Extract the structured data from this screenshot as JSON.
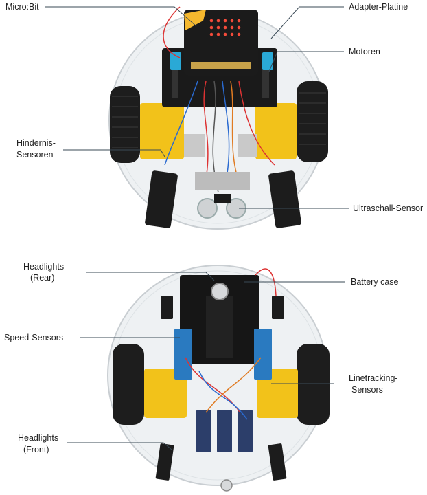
{
  "top_view": {
    "labels": {
      "microbit": "Micro:Bit",
      "adapter": "Adapter-Platine",
      "motoren": "Motoren",
      "hindernis_1": "Hindernis-",
      "hindernis_2": "Sensoren",
      "ultraschall": "Ultraschall-Sensor"
    }
  },
  "bottom_view": {
    "labels": {
      "headlights_rear_1": "Headlights",
      "headlights_rear_2": "(Rear)",
      "battery": "Battery case",
      "speed": "Speed-Sensors",
      "linetracking_1": "Linetracking-",
      "linetracking_2": "Sensors",
      "headlights_front_1": "Headlights",
      "headlights_front_2": "(Front)"
    }
  },
  "colors": {
    "chassis": "#e9ecee",
    "wheel": "#1d1d1d",
    "motor": "#f2c21a",
    "board": "#1a1a1a",
    "microbit_logo": "#f5b82e",
    "connector": "#2aa9d6",
    "sensor_board": "#2a7ac0",
    "leader": "#3a4a56"
  }
}
